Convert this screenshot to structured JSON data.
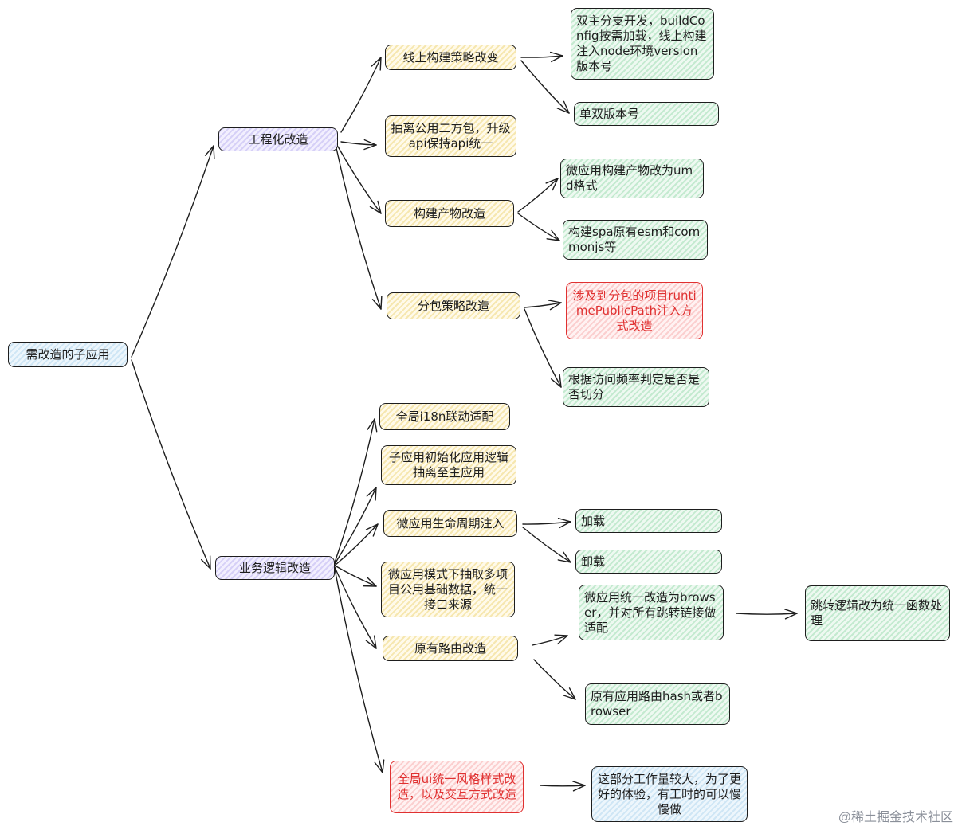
{
  "root": "需改造的子应用",
  "branches": {
    "engineering": "工程化改造",
    "business": "业务逻辑改造"
  },
  "engineering_items": {
    "build_strategy": "线上构建策略改变",
    "build_strategy_dual": "双主分支开发，buildConfig按需加载，线上构建注入node环境version版本号",
    "build_strategy_version": "单双版本号",
    "shared_pkg": "抽离公用二方包，升级api保持api统一",
    "artifacts": "构建产物改造",
    "artifacts_umd": "微应用构建产物改为umd格式",
    "artifacts_spa": "构建spa原有esm和commonjs等",
    "chunking": "分包策略改造",
    "chunking_runtime": "涉及到分包的项目runtimePublicPath注入方式改造",
    "chunking_freq": "根据访问频率判定是否是否切分"
  },
  "business_items": {
    "i18n": "全局i18n联动适配",
    "init_logic": "子应用初始化应用逻辑抽离至主应用",
    "lifecycle": "微应用生命周期注入",
    "lifecycle_load": "加载",
    "lifecycle_unload": "卸载",
    "base_data": "微应用模式下抽取多项目公用基础数据，统一接口来源",
    "routing": "原有路由改造",
    "routing_browser": "微应用统一改造为browser，并对所有跳转链接做适配",
    "routing_jump": "跳转逻辑改为统一函数处理",
    "routing_hash": "原有应用路由hash或者browser",
    "ui_style": "全局ui统一风格样式改造，以及交互方式改造",
    "ui_style_note": "这部分工作量较大，为了更好的体验，有工时的可以慢慢做"
  },
  "watermark": "@稀土掘金技术社区",
  "colors": {
    "stroke": "#1e1e1e",
    "emphasis": "#e03131",
    "root_fill": "#edf6fc",
    "branch_fill": "#f2effe",
    "item_fill": "#fffaea",
    "leaf_fill": "#eef9f1"
  }
}
